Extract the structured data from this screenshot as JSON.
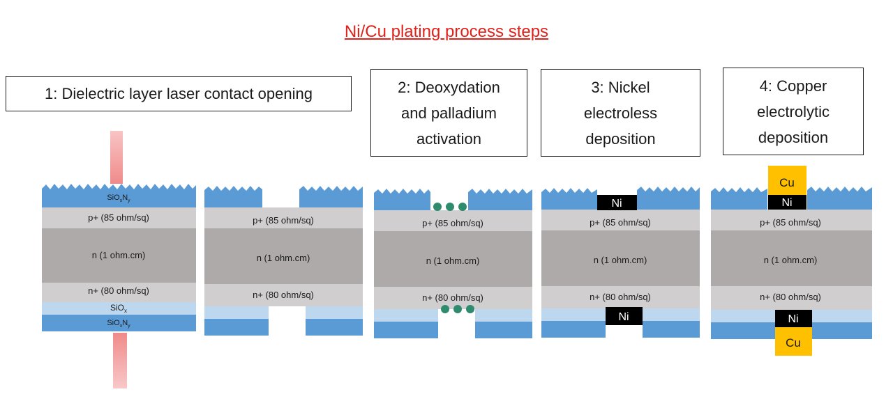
{
  "title": "Ni/Cu plating process steps",
  "steps": [
    {
      "label": "1: Dielectric layer laser contact opening"
    },
    {
      "label": "2: Deoxydation\nand palladium\nactivation"
    },
    {
      "label": "3: Nickel\nelectroless\ndeposition"
    },
    {
      "label": "4: Copper\nelectrolytic\ndeposition"
    }
  ],
  "layers": {
    "p_plus": "p+ (85 ohm/sq)",
    "n": "n (1 ohm.cm)",
    "n_plus": "n+ (80 ohm/sq)",
    "sioxny_main": "SiO",
    "sioxny_sub_x": "x",
    "sioxny_n": "N",
    "sioxny_sub_y": "y",
    "siox_main": "SiO",
    "siox_sub": "x"
  },
  "metals": {
    "ni": "Ni",
    "cu": "Cu"
  },
  "colors": {
    "title_red": "#e0201a",
    "blue_dielectric": "#5b9bd5",
    "light_blue_siox": "#bdd7ee",
    "light_gray_doped": "#d0cece",
    "gray_bulk": "#aeaaaa",
    "laser_pink": "#f4a6a6",
    "pd_green": "#2e8b6e",
    "ni_black": "#000000",
    "cu_gold": "#ffc000"
  }
}
